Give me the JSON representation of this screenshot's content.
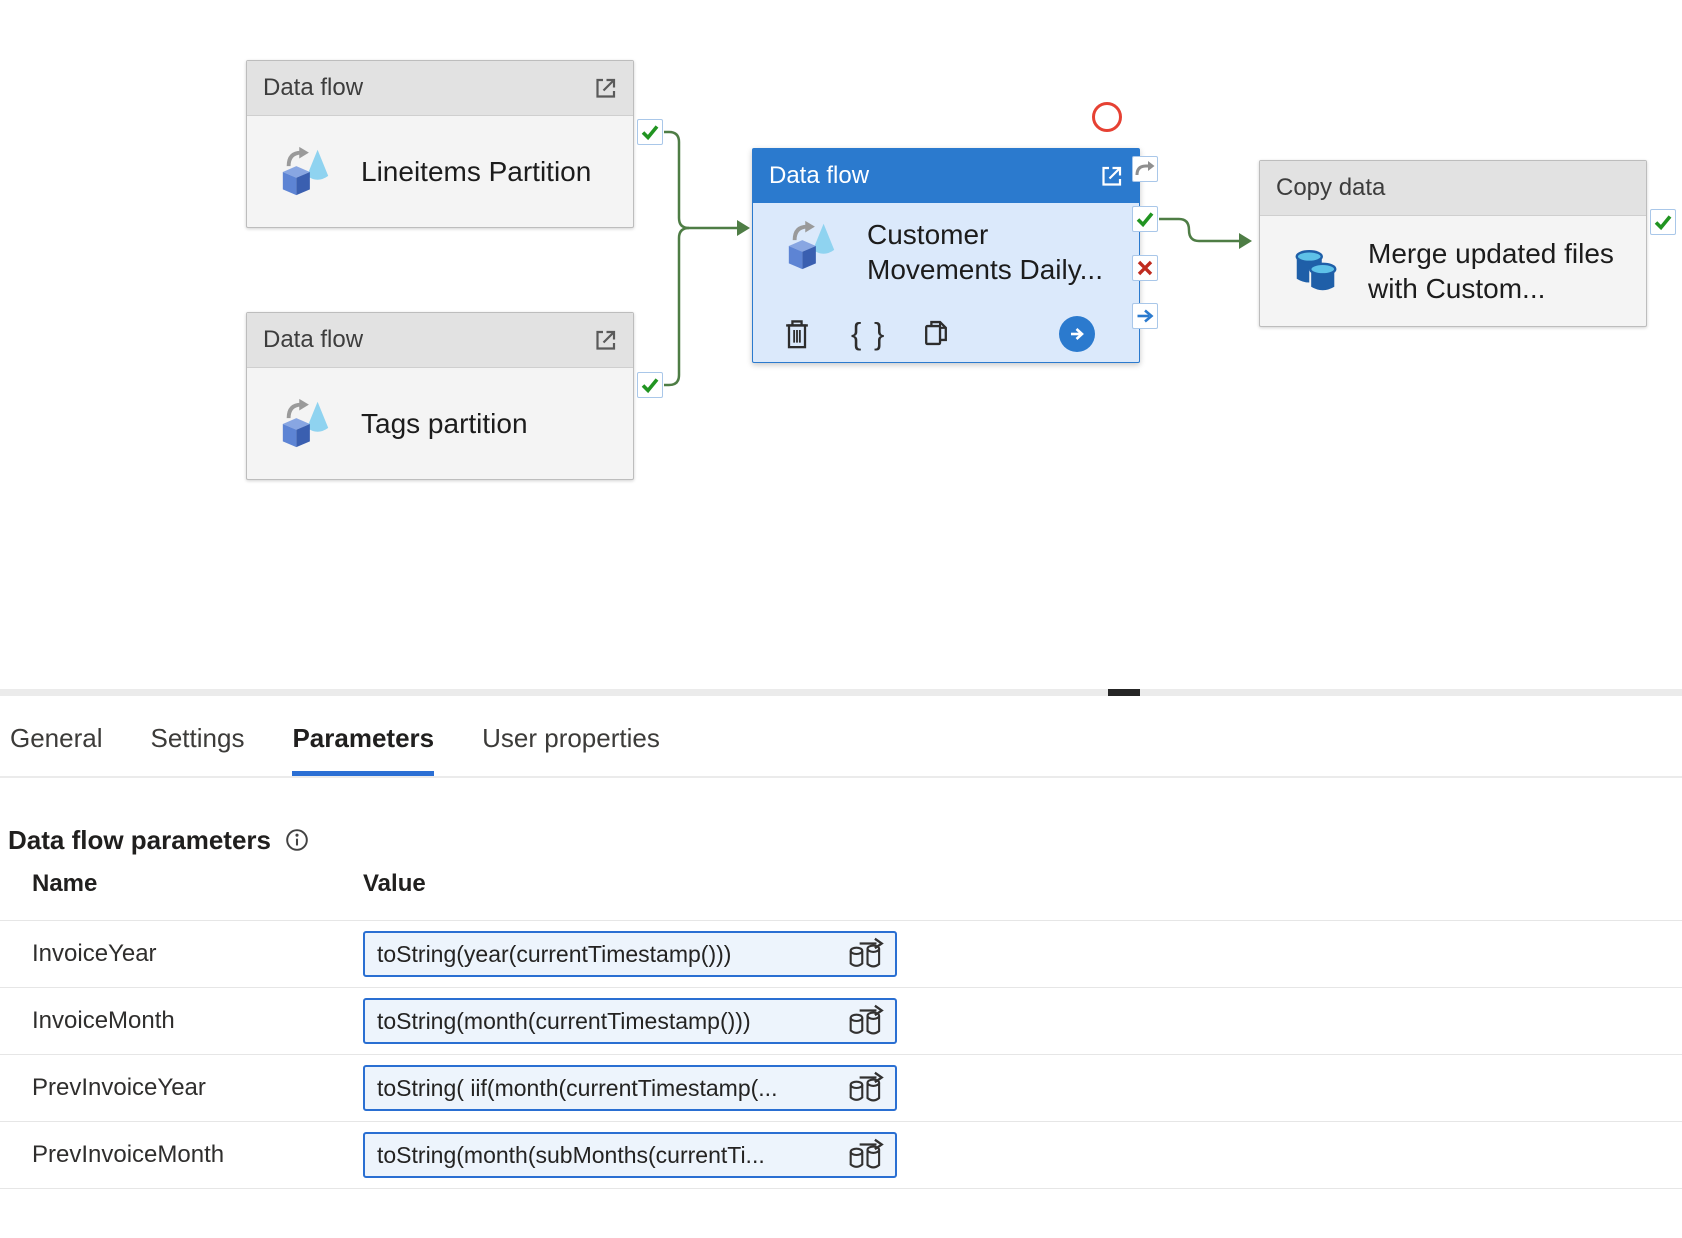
{
  "canvas": {
    "activities": [
      {
        "type_label": "Data flow",
        "name": "Lineitems Partition",
        "output_state": "success"
      },
      {
        "type_label": "Data flow",
        "name": "Tags partition",
        "output_state": "success"
      },
      {
        "type_label": "Data flow",
        "name": "Customer Movements Daily...",
        "selected": true
      },
      {
        "type_label": "Copy data",
        "name": "Merge updated files with Custom...",
        "output_state": "success"
      }
    ],
    "selected_activity_ports": [
      "skip",
      "success",
      "fail",
      "completion"
    ],
    "selected_activity_toolbar": [
      "delete",
      "braces",
      "clone",
      "run"
    ]
  },
  "icons": {
    "braces_glyph": "{ }"
  },
  "panel": {
    "tabs": [
      {
        "label": "General",
        "active": false
      },
      {
        "label": "Settings",
        "active": false
      },
      {
        "label": "Parameters",
        "active": true
      },
      {
        "label": "User properties",
        "active": false
      }
    ],
    "section_title": "Data flow parameters",
    "table": {
      "columns": [
        "Name",
        "Value"
      ],
      "rows": [
        {
          "name": "InvoiceYear",
          "value": "toString(year(currentTimestamp()))"
        },
        {
          "name": "InvoiceMonth",
          "value": "toString(month(currentTimestamp()))"
        },
        {
          "name": "PrevInvoiceYear",
          "value": "toString( iif(month(currentTimestamp(..."
        },
        {
          "name": "PrevInvoiceMonth",
          "value": "toString(month(subMonths(currentTi..."
        }
      ]
    }
  },
  "colors": {
    "accent_blue": "#2b7ace",
    "selected_body_blue": "#dbe9fb",
    "connector_green": "#4e7d45",
    "success_green": "#219421",
    "fail_red": "#c02b1f",
    "alert_red": "#e64133",
    "input_border_blue": "#2a6fd2",
    "input_bg": "#edf4fc",
    "tab_underline": "#2b6fd4"
  }
}
